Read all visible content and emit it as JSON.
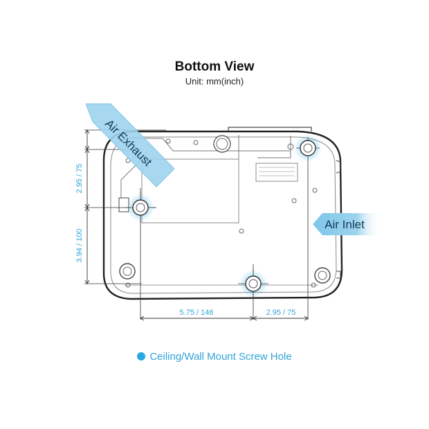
{
  "header": {
    "title": "Bottom View",
    "subtitle": "Unit: mm(inch)"
  },
  "callouts": {
    "air_exhaust": "Air Exhaust",
    "air_inlet": "Air Inlet"
  },
  "dimensions": {
    "vertical_top": "2.95 / 75",
    "vertical_bottom": "3.94 / 100",
    "horizontal_left": "5.75 / 146",
    "horizontal_right": "2.95 / 75"
  },
  "legend": {
    "label": "Ceiling/Wall Mount Screw Hole"
  },
  "colors": {
    "accent": "#2aa7e0",
    "outline": "#222222",
    "callout_fill": "#9ed3ee"
  }
}
